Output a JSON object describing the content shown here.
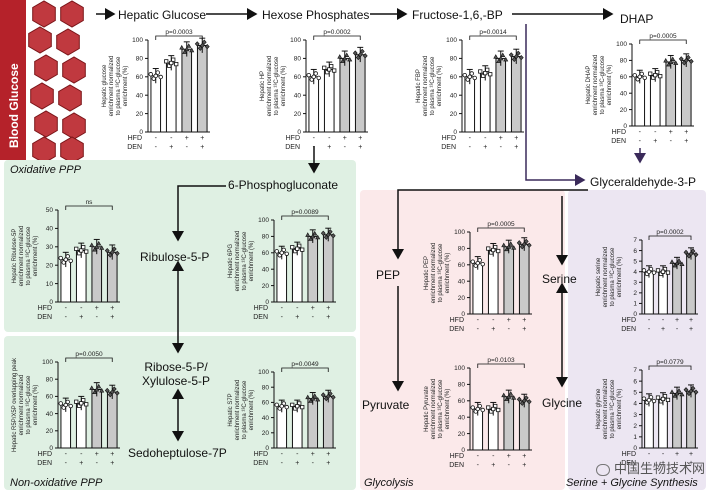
{
  "blood_glucose": "Blood Glucose",
  "nodes": {
    "hepatic_glucose": "Hepatic Glucose",
    "hexose_phosphates": "Hexose Phosphates",
    "fbp": "Fructose-1,6,-BP",
    "dhap": "DHAP",
    "pg6": "6-Phosphogluconate",
    "g3p": "Glyceraldehyde-3-P",
    "ru5p": "Ribulose-5-P",
    "r5p": "Ribose-5-P/\nXylulose-5-P",
    "s7p": "Sedoheptulose-7P",
    "pep": "PEP",
    "pyruvate": "Pyruvate",
    "serine": "Serine",
    "glycine": "Glycine"
  },
  "sections": {
    "oxidative": "Oxidative PPP",
    "nonoxidative": "Non-oxidative PPP",
    "glycolysis": "Glycolysis",
    "serine_glycine": "Serine + Glycine Synthesis"
  },
  "row_labels": {
    "hfd": "HFD",
    "den": "DEN"
  },
  "group_signs": {
    "hfd": [
      "-",
      "-",
      "+",
      "+"
    ],
    "den": [
      "-",
      "+",
      "-",
      "+"
    ]
  },
  "watermark": "中国生物技术网",
  "colors": {
    "bar_light": "#ffffff",
    "bar_dark": "#c9c9c9",
    "panel_green": "#dff0e3",
    "panel_pink": "#fbe9ea",
    "panel_purple": "#ece6f2",
    "arrow_purple": "#3a2a5a",
    "cell_red": "#c0393f"
  },
  "chart_data": [
    {
      "id": "glucose",
      "type": "bar",
      "ylabel": [
        "Hepatic glucose",
        "enrichment normalized",
        "to plasma ¹³C-glucose",
        "enrichment (%)"
      ],
      "yticks": [
        0,
        20,
        40,
        60,
        80,
        100
      ],
      "ylim": [
        0,
        100
      ],
      "values": [
        61,
        75,
        90,
        94
      ],
      "pvalue": "p=0.0003"
    },
    {
      "id": "hp",
      "type": "bar",
      "ylabel": [
        "Hepatic HP",
        "enrichment normalized",
        "to plasma ¹³C-glucose",
        "enrichment (%)"
      ],
      "yticks": [
        0,
        20,
        40,
        60,
        80,
        100
      ],
      "ylim": [
        0,
        100
      ],
      "values": [
        60,
        68,
        80,
        84
      ],
      "pvalue": "p=0.0002"
    },
    {
      "id": "fbp",
      "type": "bar",
      "ylabel": [
        "Hepatic FBP",
        "enrichment normalized",
        "to plasma ¹³C-glucose",
        "enrichment (%)"
      ],
      "yticks": [
        0,
        20,
        40,
        60,
        80,
        100
      ],
      "ylim": [
        0,
        100
      ],
      "values": [
        60,
        64,
        80,
        82
      ],
      "pvalue": "p=0.0014"
    },
    {
      "id": "dhap",
      "type": "bar",
      "ylabel": [
        "Hepatic DHAP",
        "enrichment normalized",
        "to plasma ¹³C-glucose",
        "enrichment (%)"
      ],
      "yticks": [
        0,
        20,
        40,
        60,
        80,
        100
      ],
      "ylim": [
        0,
        100
      ],
      "values": [
        60,
        62,
        78,
        80
      ],
      "pvalue": "p=0.0005"
    },
    {
      "id": "ru5p",
      "type": "bar",
      "ylabel": [
        "Hepatic Ribulose-5P",
        "enrichment normalized",
        "to plasma ¹³C-glucose",
        "enrichment (%)"
      ],
      "yticks": [
        0,
        10,
        20,
        30,
        40,
        50
      ],
      "ylim": [
        0,
        50
      ],
      "values": [
        23,
        28,
        30,
        27
      ],
      "pvalue": "ns"
    },
    {
      "id": "6pg",
      "type": "bar",
      "ylabel": [
        "Hepatic 6PG",
        "enrichment normalized",
        "to plasma ¹³C-glucose",
        "enrichment (%)"
      ],
      "yticks": [
        0,
        20,
        40,
        60,
        80,
        100
      ],
      "ylim": [
        0,
        100
      ],
      "values": [
        60,
        65,
        80,
        82
      ],
      "pvalue": "p=0.0089"
    },
    {
      "id": "r5p",
      "type": "bar",
      "ylabel": [
        "Hepatic R5P/X5P overlapping peak",
        "enrichment normalized",
        "to plasma ¹³C-glucose",
        "enrichment (%)"
      ],
      "yticks": [
        0,
        20,
        40,
        60,
        80,
        100
      ],
      "ylim": [
        0,
        100
      ],
      "values": [
        50,
        52,
        68,
        65
      ],
      "pvalue": "p=0.0050"
    },
    {
      "id": "s7p",
      "type": "bar",
      "ylabel": [
        "Hepatic S7P",
        "enrichment normalized",
        "to plasma ¹³C-glucose",
        "enrichment (%)"
      ],
      "yticks": [
        0,
        20,
        40,
        60,
        80,
        100
      ],
      "ylim": [
        0,
        100
      ],
      "values": [
        55,
        55,
        65,
        68
      ],
      "pvalue": "p=0.0049"
    },
    {
      "id": "pep",
      "type": "bar",
      "ylabel": [
        "Hepatic PEP",
        "enrichment normalized",
        "to plasma ¹³C-glucose",
        "enrichment (%)"
      ],
      "yticks": [
        0,
        20,
        40,
        60,
        80,
        100
      ],
      "ylim": [
        0,
        100
      ],
      "values": [
        62,
        78,
        82,
        85
      ],
      "pvalue": "p=0.0005"
    },
    {
      "id": "serine",
      "type": "bar",
      "ylabel": [
        "Hepatic serine",
        "enrichment normalized",
        "to plasma ¹³C-glucose",
        "enrichment (%)"
      ],
      "yticks": [
        0,
        1,
        2,
        3,
        4,
        5,
        6,
        7
      ],
      "ylim": [
        0,
        7
      ],
      "values": [
        4.0,
        4.0,
        4.8,
        5.7
      ],
      "pvalue": "p=0.0002"
    },
    {
      "id": "pyruvate",
      "type": "bar",
      "ylabel": [
        "Hepatic Pyruvate",
        "enrichment normalized",
        "to plasma ¹³C-glucose",
        "enrichment (%)"
      ],
      "yticks": [
        0,
        20,
        40,
        60,
        80,
        100
      ],
      "ylim": [
        0,
        100
      ],
      "values": [
        50,
        50,
        65,
        60
      ],
      "pvalue": "p=0.0103"
    },
    {
      "id": "glycine",
      "type": "bar",
      "ylabel": [
        "Hepatic glycine",
        "enrichment normalized",
        "to plasma ¹³C-glucose",
        "enrichment (%)"
      ],
      "yticks": [
        0,
        1,
        2,
        3,
        4,
        5,
        6,
        7
      ],
      "ylim": [
        0,
        7
      ],
      "values": [
        4.3,
        4.4,
        4.9,
        5.1
      ],
      "pvalue": "p=0.0779"
    }
  ]
}
